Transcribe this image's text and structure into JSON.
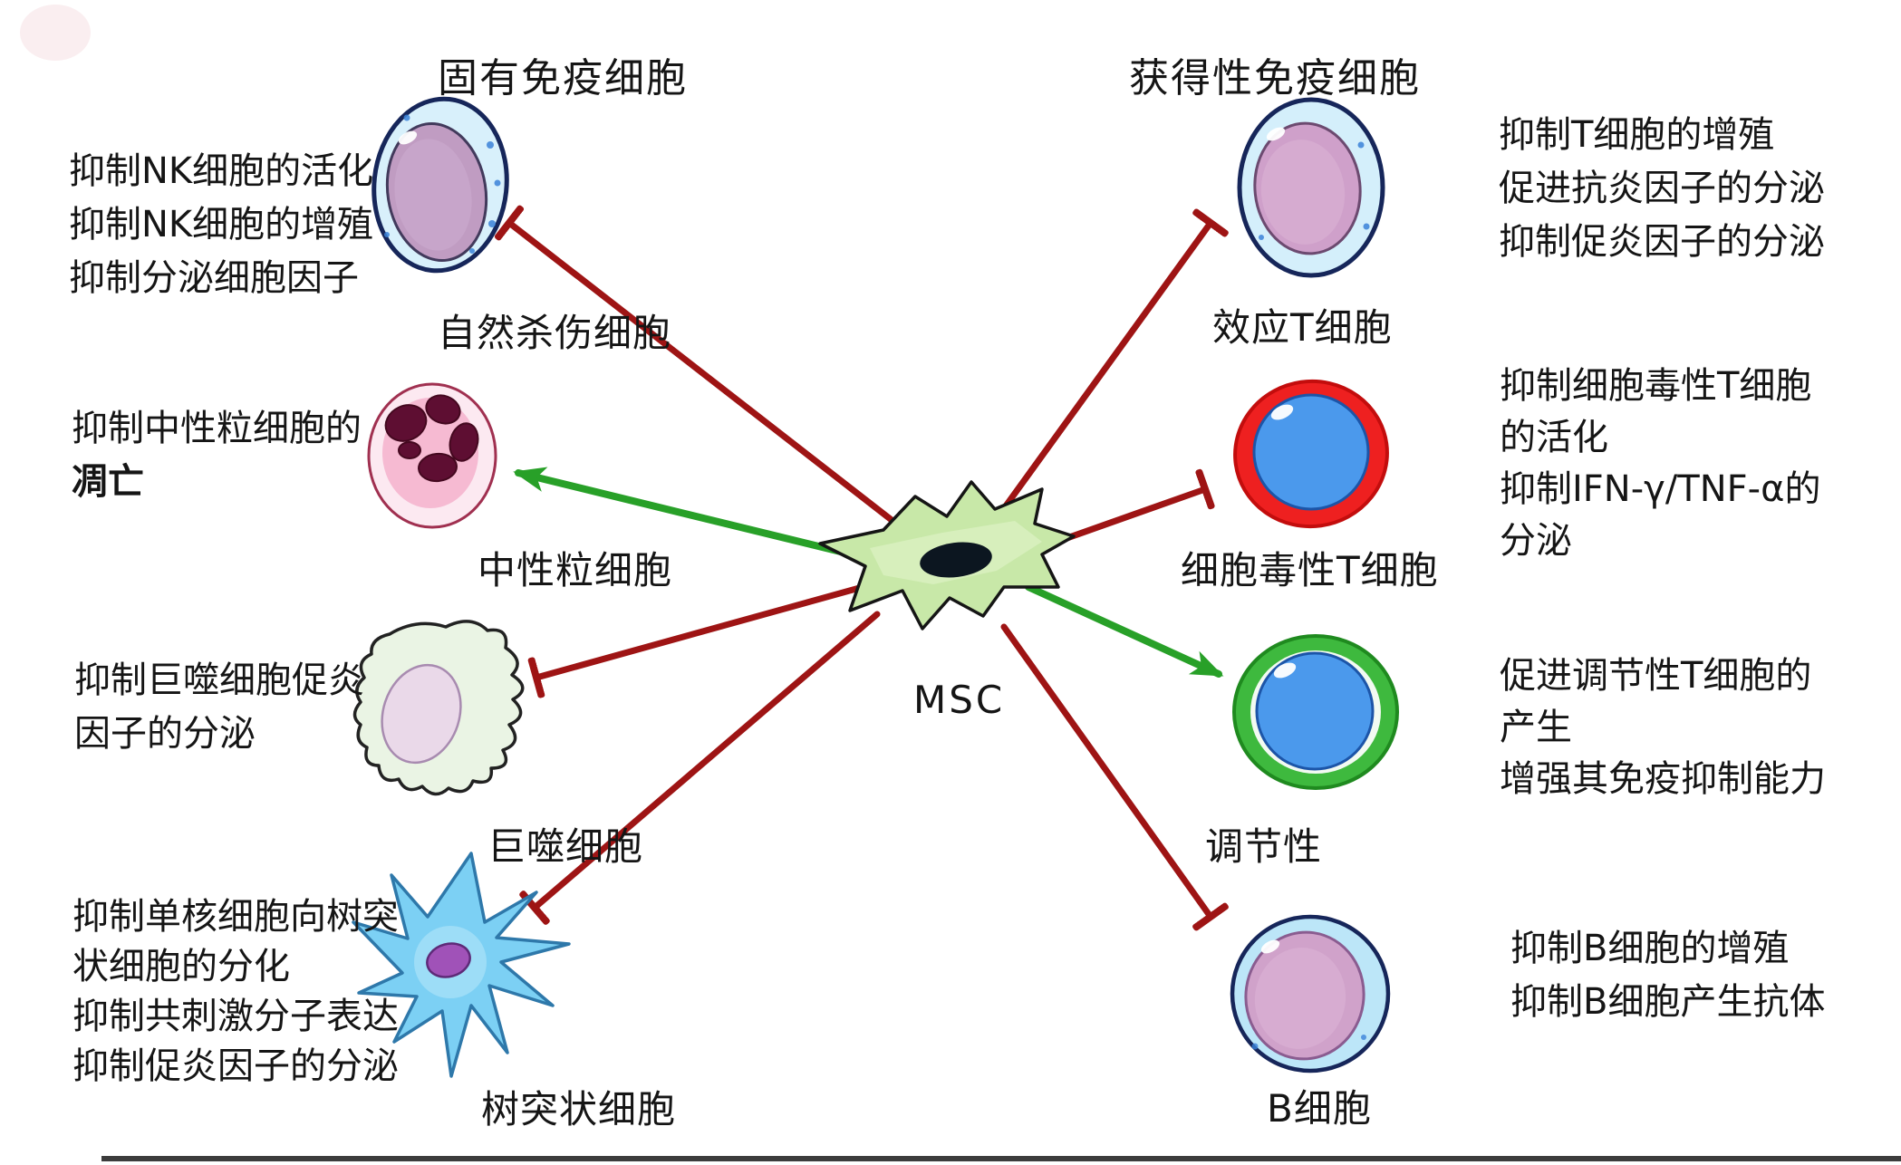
{
  "headers": {
    "innate": "固有免疫细胞",
    "adaptive": "获得性免疫细胞"
  },
  "msc": {
    "label": "MSC"
  },
  "innate": {
    "cells": [
      {
        "label": "自然杀伤细胞",
        "interaction": "inhibit",
        "effects": [
          "抑制NK细胞的活化",
          "抑制NK细胞的增殖",
          "抑制分泌细胞因子"
        ]
      },
      {
        "label": "中性粒细胞",
        "interaction": "promote",
        "effects": [
          "抑制中性粒细胞的",
          "凋亡"
        ]
      },
      {
        "label": "巨噬细胞",
        "interaction": "inhibit",
        "effects": [
          "抑制巨噬细胞促炎",
          "因子的分泌"
        ]
      },
      {
        "label": "树突状细胞",
        "interaction": "inhibit",
        "effects": [
          "抑制单核细胞向树突",
          "状细胞的分化",
          "抑制共刺激分子表达",
          "抑制促炎因子的分泌"
        ]
      }
    ]
  },
  "adaptive": {
    "cells": [
      {
        "label": "效应T细胞",
        "interaction": "inhibit",
        "effects": [
          "抑制T细胞的增殖",
          "促进抗炎因子的分泌",
          "抑制促炎因子的分泌"
        ]
      },
      {
        "label": "细胞毒性T细胞",
        "interaction": "inhibit",
        "effects": [
          "抑制细胞毒性T细胞",
          "的活化",
          "抑制IFN-γ/TNF-α的",
          "分泌"
        ]
      },
      {
        "label": "调节性",
        "interaction": "promote",
        "effects": [
          "促进调节性T细胞的",
          "产生",
          "增强其免疫抑制能力"
        ]
      },
      {
        "label": "B细胞",
        "interaction": "inhibit",
        "effects": [
          "抑制B细胞的增殖",
          "抑制B细胞产生抗体"
        ]
      }
    ]
  },
  "colors": {
    "inhibit_arrow": "#9e1414",
    "promote_arrow": "#28a028",
    "background": "#ffffff"
  }
}
